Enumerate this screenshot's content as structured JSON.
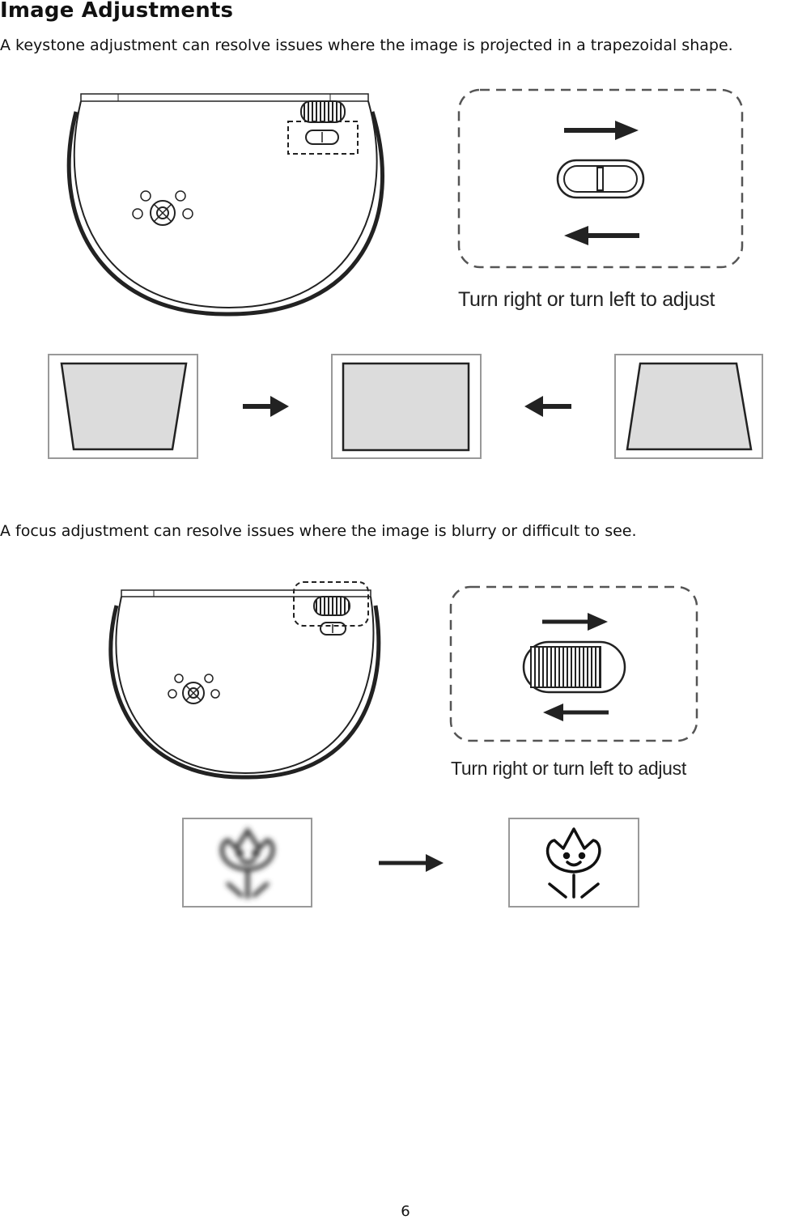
{
  "page": {
    "title": "Image Adjustments",
    "keystone_text": "A keystone adjustment can resolve issues where the image is projected in a trapezoidal shape.",
    "focus_text": "A focus adjustment can resolve issues where the image is blurry or difficult to see.",
    "keystone_caption": "Turn right or turn left to adjust",
    "focus_caption": "Turn right or turn left to adjust",
    "page_number": "6"
  },
  "icons": [
    "projector-top-icon",
    "keystone-slider-icon",
    "focus-wheel-icon",
    "right-arrow-icon",
    "left-arrow-icon",
    "flower-face-icon"
  ],
  "colors": {
    "text": "#111111",
    "line": "#222222",
    "frame": "#9a9a9a",
    "screen_fill": "#dcdcdc"
  }
}
